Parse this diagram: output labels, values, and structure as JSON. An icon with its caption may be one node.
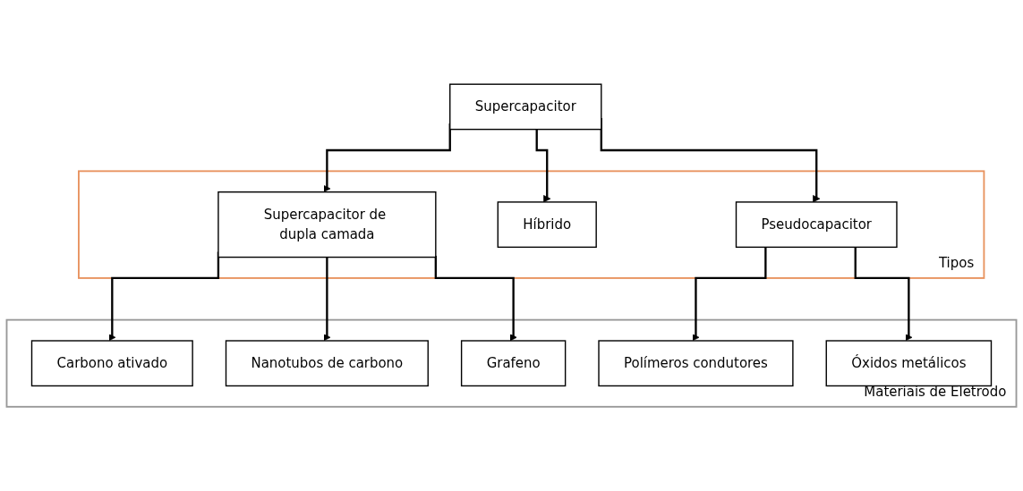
{
  "diagram": {
    "nodes": [
      {
        "text": [
          "Supercapacitor"
        ]
      },
      {
        "text": [
          "Tipos"
        ]
      },
      {
        "text": [
          "Supercapacitor de dupla camada"
        ],
        "in": 1
      },
      {
        "text": [
          "Híbrido"
        ],
        "in": 1
      },
      {
        "text": [
          "Pseudocapacitor"
        ],
        "in": 1
      },
      {
        "text": [
          "Materiais de Eletrodo"
        ]
      },
      {
        "text": [
          "Carbono ativado"
        ],
        "in": 5
      },
      {
        "text": [
          "Nanotubos de carbono"
        ],
        "in": 5
      },
      {
        "text": [
          "Grafeno"
        ],
        "in": 5
      },
      {
        "text": [
          "Polímeros condutores"
        ],
        "in": 5
      },
      {
        "text": [
          "Óxidos metálicos"
        ],
        "in": 5
      }
    ],
    "edges": [
      {
        "from": 0,
        "to": 2,
        "arrow": "to"
      },
      {
        "from": 0,
        "to": 3,
        "arrow": "to"
      },
      {
        "from": 0,
        "to": 4,
        "arrow": "to"
      },
      {
        "from": 2,
        "to": 6,
        "arrow": "to"
      },
      {
        "from": 2,
        "to": 7,
        "arrow": "to"
      },
      {
        "from": 2,
        "to": 8,
        "arrow": "to"
      },
      {
        "from": 4,
        "to": 9,
        "arrow": "to"
      },
      {
        "from": 4,
        "to": 10,
        "arrow": "to"
      }
    ]
  }
}
